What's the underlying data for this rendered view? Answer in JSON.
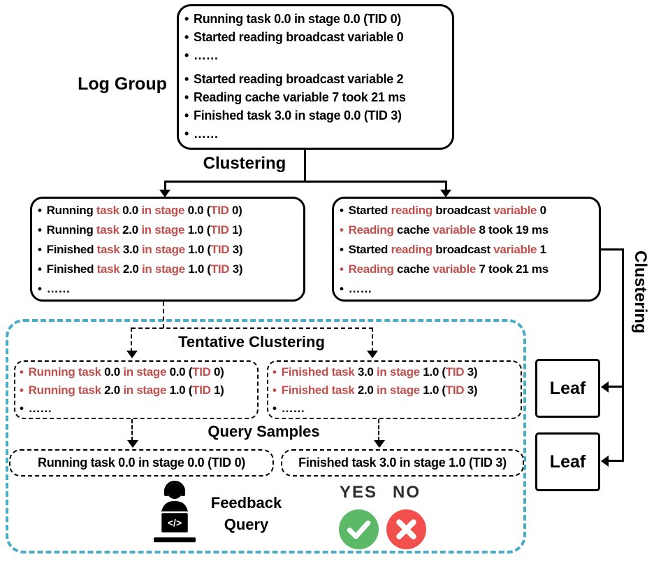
{
  "colors": {
    "text": "#000000",
    "highlight": "#C0504D",
    "container_border": "#4BACC6",
    "yes_green": "#5CB968",
    "no_red": "#F1504C",
    "label_dark": "#2d2d2d"
  },
  "labels": {
    "log_group": "Log Group",
    "clustering_top": "Clustering",
    "clustering_right": "Clustering",
    "tentative": "Tentative Clustering",
    "query_samples": "Query Samples",
    "feedback_line1": "Feedback",
    "feedback_line2": "Query",
    "yes": "YES",
    "no": "NO",
    "leaf": "Leaf"
  },
  "icons": {
    "person": "developer-with-headset-at-laptop",
    "laptop_code": "</>",
    "yes_check": "checkmark",
    "no_cross": "cross"
  },
  "boxes": {
    "log_group": {
      "lines": [
        {
          "b": "k",
          "s": [
            [
              "Running task 0.0 in stage 0.0 (TID 0)",
              "k"
            ]
          ]
        },
        {
          "b": "k",
          "s": [
            [
              "Started reading broadcast variable 0",
              "k"
            ]
          ]
        },
        {
          "b": "k",
          "s": [
            [
              "……",
              "k"
            ]
          ]
        },
        {
          "b": "k",
          "gap": true,
          "s": [
            [
              "Started reading broadcast variable 2",
              "k"
            ]
          ]
        },
        {
          "b": "k",
          "s": [
            [
              "Reading cache variable 7 took 21 ms",
              "k"
            ]
          ]
        },
        {
          "b": "k",
          "s": [
            [
              "Finished task 3.0 in stage 0.0 (TID 3)",
              "k"
            ]
          ]
        },
        {
          "b": "k",
          "s": [
            [
              "……",
              "k"
            ]
          ]
        }
      ]
    },
    "cluster_left": {
      "lines": [
        {
          "b": "k",
          "s": [
            [
              "Running ",
              "k"
            ],
            [
              "task ",
              "r"
            ],
            [
              "0.0 ",
              "k"
            ],
            [
              "in stage ",
              "r"
            ],
            [
              "0.0 (",
              "k"
            ],
            [
              "TID",
              "r"
            ],
            [
              " 0)",
              "k"
            ]
          ]
        },
        {
          "b": "k",
          "s": [
            [
              "Running ",
              "k"
            ],
            [
              "task ",
              "r"
            ],
            [
              "2.0 ",
              "k"
            ],
            [
              "in stage ",
              "r"
            ],
            [
              "1.0 (",
              "k"
            ],
            [
              "TID",
              "r"
            ],
            [
              " 1)",
              "k"
            ]
          ]
        },
        {
          "b": "k",
          "s": [
            [
              "Finished ",
              "k"
            ],
            [
              "task ",
              "r"
            ],
            [
              "3.0 ",
              "k"
            ],
            [
              "in stage ",
              "r"
            ],
            [
              "1.0 (",
              "k"
            ],
            [
              "TID",
              "r"
            ],
            [
              " 3)",
              "k"
            ]
          ]
        },
        {
          "b": "k",
          "s": [
            [
              "Finished ",
              "k"
            ],
            [
              "task ",
              "r"
            ],
            [
              "2.0 ",
              "k"
            ],
            [
              "in stage ",
              "r"
            ],
            [
              "1.0 (",
              "k"
            ],
            [
              "TID",
              "r"
            ],
            [
              " 3)",
              "k"
            ]
          ]
        },
        {
          "b": "k",
          "s": [
            [
              "……",
              "k"
            ]
          ]
        }
      ]
    },
    "cluster_right": {
      "lines": [
        {
          "b": "k",
          "s": [
            [
              "Started ",
              "k"
            ],
            [
              "reading ",
              "r"
            ],
            [
              "broadcast ",
              "k"
            ],
            [
              "variable ",
              "r"
            ],
            [
              "0",
              "k"
            ]
          ]
        },
        {
          "b": "r",
          "s": [
            [
              "Reading ",
              "r"
            ],
            [
              "cache ",
              "k"
            ],
            [
              "variable ",
              "r"
            ],
            [
              "8 took 19 ms",
              "k"
            ]
          ]
        },
        {
          "b": "k",
          "s": [
            [
              "Started ",
              "k"
            ],
            [
              "reading ",
              "r"
            ],
            [
              "broadcast ",
              "k"
            ],
            [
              "variable ",
              "r"
            ],
            [
              "1",
              "k"
            ]
          ]
        },
        {
          "b": "r",
          "s": [
            [
              "Reading ",
              "r"
            ],
            [
              "cache ",
              "k"
            ],
            [
              "variable ",
              "r"
            ],
            [
              "7 took 21 ms",
              "k"
            ]
          ]
        },
        {
          "b": "k",
          "s": [
            [
              "……",
              "k"
            ]
          ]
        }
      ]
    },
    "tentative_left": {
      "lines": [
        {
          "b": "r",
          "s": [
            [
              "Running task ",
              "r"
            ],
            [
              "0.0 ",
              "k"
            ],
            [
              "in stage ",
              "r"
            ],
            [
              "0.0 (",
              "k"
            ],
            [
              "TID",
              "r"
            ],
            [
              " 0)",
              "k"
            ]
          ]
        },
        {
          "b": "r",
          "s": [
            [
              "Running task ",
              "r"
            ],
            [
              "2.0 ",
              "k"
            ],
            [
              "in stage ",
              "r"
            ],
            [
              "1.0 (",
              "k"
            ],
            [
              "TID",
              "r"
            ],
            [
              " 1)",
              "k"
            ]
          ]
        },
        {
          "b": "k",
          "s": [
            [
              "……",
              "k"
            ]
          ]
        }
      ]
    },
    "tentative_right": {
      "lines": [
        {
          "b": "r",
          "s": [
            [
              "Finished task ",
              "r"
            ],
            [
              "3.0 ",
              "k"
            ],
            [
              "in stage ",
              "r"
            ],
            [
              "1.0 (",
              "k"
            ],
            [
              "TID",
              "r"
            ],
            [
              " 3)",
              "k"
            ]
          ]
        },
        {
          "b": "r",
          "s": [
            [
              "Finished task ",
              "r"
            ],
            [
              "2.0 ",
              "k"
            ],
            [
              "in stage ",
              "r"
            ],
            [
              "1.0 (",
              "k"
            ],
            [
              "TID",
              "r"
            ],
            [
              " 3)",
              "k"
            ]
          ]
        },
        {
          "b": "k",
          "s": [
            [
              "……",
              "k"
            ]
          ]
        }
      ]
    },
    "query_left": {
      "text": "Running task 0.0 in stage 0.0 (TID 0)"
    },
    "query_right": {
      "text": "Finished task 3.0 in stage 1.0 (TID 3)"
    }
  }
}
